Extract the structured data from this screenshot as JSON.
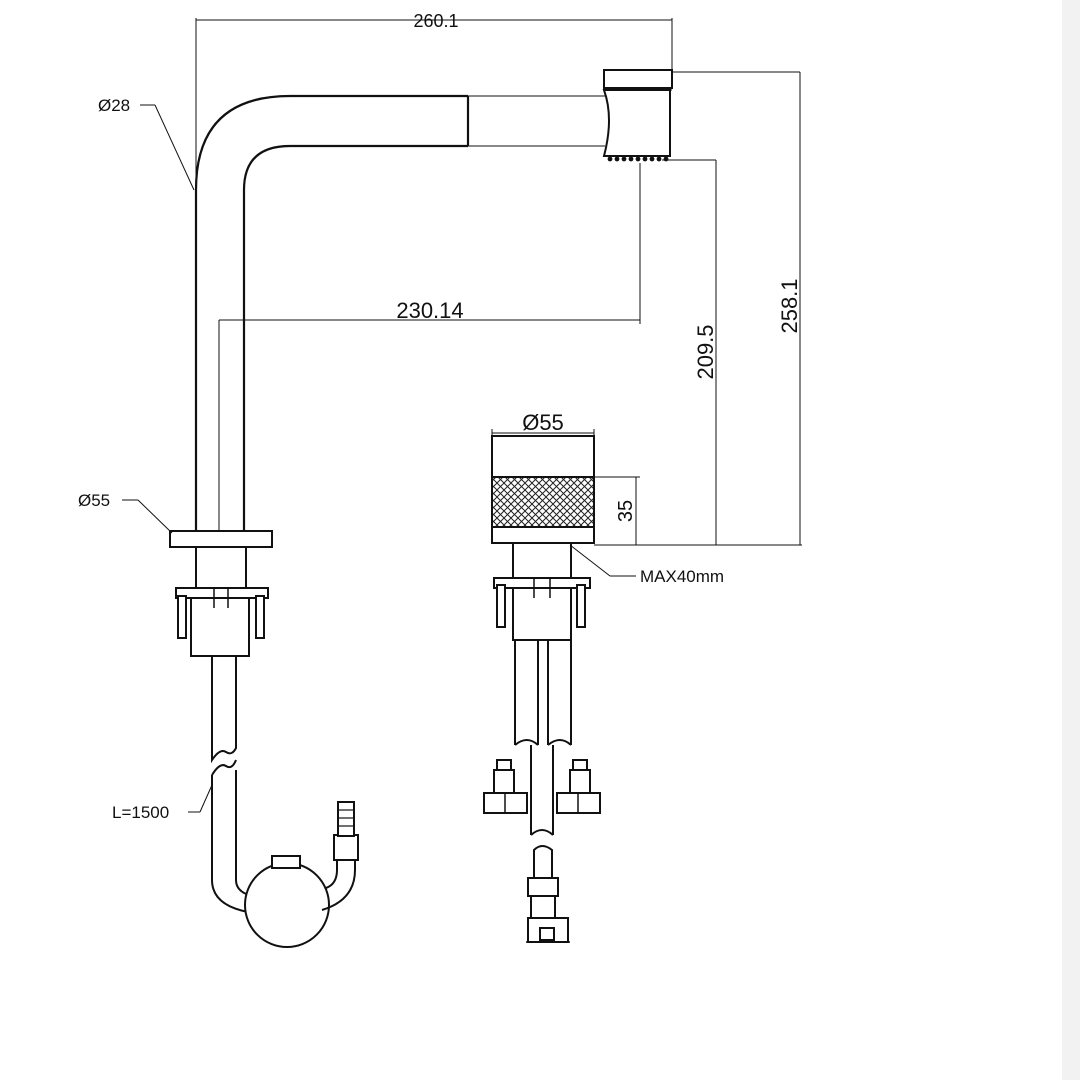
{
  "dimensions": {
    "overall_width": "260.1",
    "reach": "230.14",
    "overall_height": "258.1",
    "spout_height": "209.5",
    "spout_diameter": "Ø28",
    "base_diameter_left": "Ø55",
    "base_diameter_right": "Ø55",
    "handle_height": "35",
    "max_deck": "MAX40mm",
    "hose_length": "L=1500"
  },
  "colors": {
    "line": "#111111",
    "background": "#ffffff",
    "edge_strip": "#f2f2f2"
  }
}
